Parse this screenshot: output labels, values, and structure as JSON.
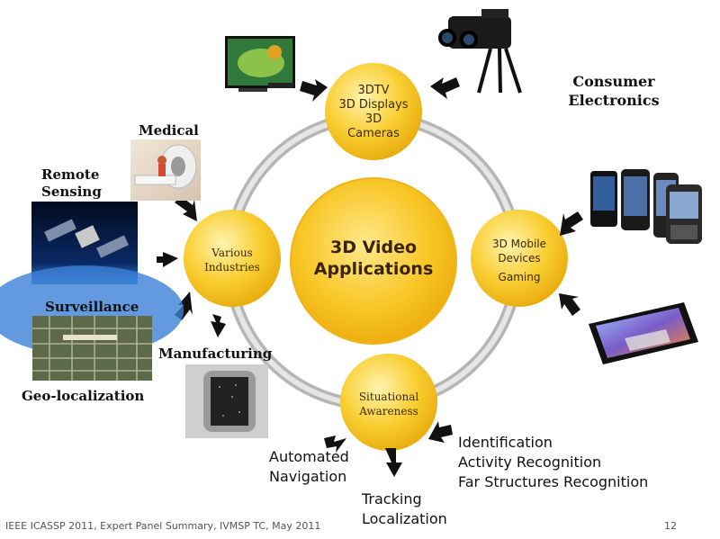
{
  "center": {
    "line1": "3D Video",
    "line2": "Applications"
  },
  "nodes": {
    "top": {
      "lines": [
        "3DTV",
        "3D Displays",
        "3D",
        "Cameras"
      ]
    },
    "right": {
      "lines": [
        "3D Mobile",
        "Devices",
        "Gaming"
      ]
    },
    "bottom": {
      "lines": [
        "Situational",
        "Awareness"
      ]
    },
    "left": {
      "lines": [
        "Various",
        "Industries"
      ]
    }
  },
  "labels": {
    "consumer": [
      "Consumer",
      "Electronics"
    ],
    "medical": "Medical",
    "remote": [
      "Remote",
      "Sensing"
    ],
    "surveillance": "Surveillance",
    "manufacturing": "Manufacturing",
    "geo": "Geo-localization",
    "automated": [
      "Automated",
      "Navigation"
    ],
    "tracking": [
      "Tracking",
      "Localization"
    ],
    "identification": [
      "Identification",
      "Activity Recognition",
      "Far Structures Recognition"
    ]
  },
  "footer": {
    "left": "IEEE ICASSP 2011, Expert Panel Summary, IVMSP TC, May 2011",
    "page": "12"
  },
  "colors": {
    "node": "#f7c21a",
    "node_light": "#fde98a",
    "ring": "#c8c8c8",
    "arrow": "#111111"
  }
}
